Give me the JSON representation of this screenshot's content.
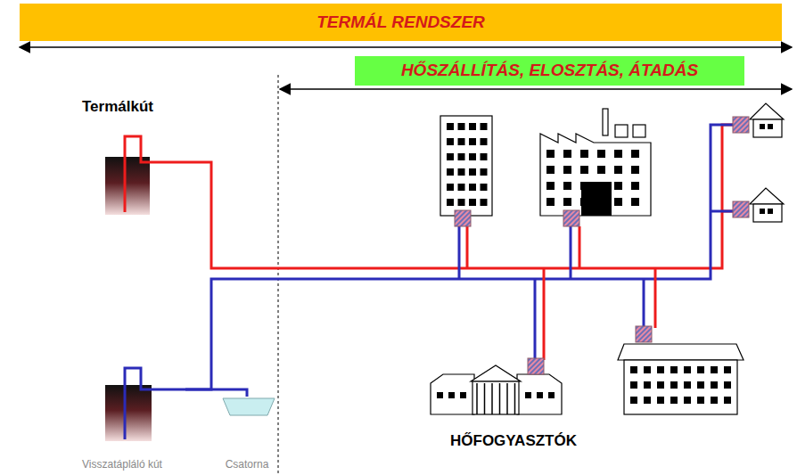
{
  "diagram": {
    "nodes": [
      {
        "text": [
          "TERMÁL RENDSZER"
        ]
      },
      {
        "text": [
          "HŐSZÁLLÍTÁS, ELOSZTÁS, ÁTADÁS"
        ]
      },
      {
        "text": [
          "Termálkút"
        ]
      },
      {
        "text": [
          "Visszatápláló kút"
        ]
      },
      {
        "text": [
          "Csatorna"
        ]
      }
    ],
    "edges": [
      {
        "from": 3,
        "to": 4,
        "arrow": "none"
      }
    ],
    "labels": [
      "HŐFOGYASZTÓK"
    ]
  }
}
